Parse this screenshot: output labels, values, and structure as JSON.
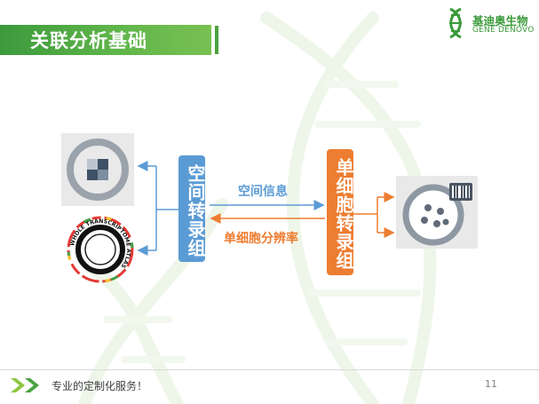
{
  "slide": {
    "title": "关联分析基础",
    "page_number": "11"
  },
  "logo": {
    "name_cn": "基迪奥生物",
    "name_en": "GENE DENOVO"
  },
  "diagram": {
    "left_box": "空间转录组",
    "right_box": "单细胞转录组",
    "arrow_to_left_label": "单细胞分辨率",
    "arrow_to_right_label": "空间信息",
    "wta_ring_text": "WHOLE TRANSCRIPTOME ATLAS"
  },
  "footer": {
    "tagline": "专业的定制化服务！"
  },
  "colors": {
    "brand_green": "#4aa33f",
    "spatial_blue": "#5b9bd5",
    "singlecell_orange": "#ed7d31",
    "tile_grey": "#e9e9e9"
  },
  "icons": [
    "dna-helix-watermark",
    "gene-denovo-logo-icon",
    "spatial-slide-icon",
    "whole-transcriptome-atlas-icon",
    "single-cell-droplet-icon",
    "barcode-icon",
    "footer-chevron-icon"
  ]
}
